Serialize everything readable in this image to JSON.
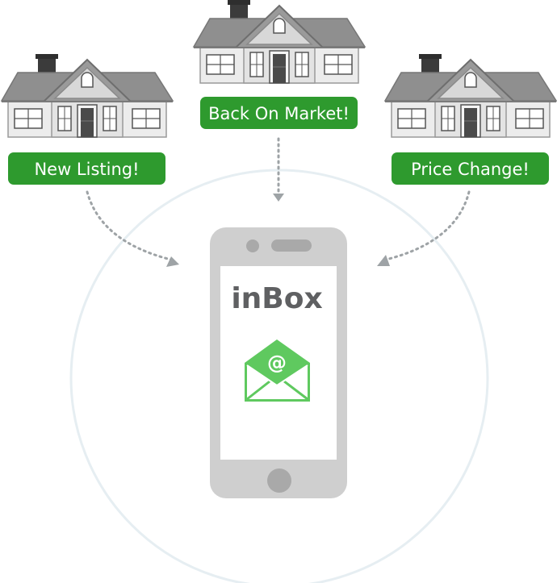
{
  "houses": [
    {
      "id": "new-listing",
      "badge_label": "New Listing!"
    },
    {
      "id": "back-on-market",
      "badge_label": "Back On Market!"
    },
    {
      "id": "price-change",
      "badge_label": "Price Change!"
    }
  ],
  "phone": {
    "title": "inBox",
    "email_symbol": "@"
  },
  "colors": {
    "badge_green": "#2e9a2e",
    "envelope_green": "#5fc95f",
    "house_roof": "#8c8c8c",
    "house_wall": "#e9e9e9",
    "phone_body": "#cfcfcf",
    "arrow_gray": "#9ea3a6",
    "circle_stroke": "#e6eef2"
  }
}
